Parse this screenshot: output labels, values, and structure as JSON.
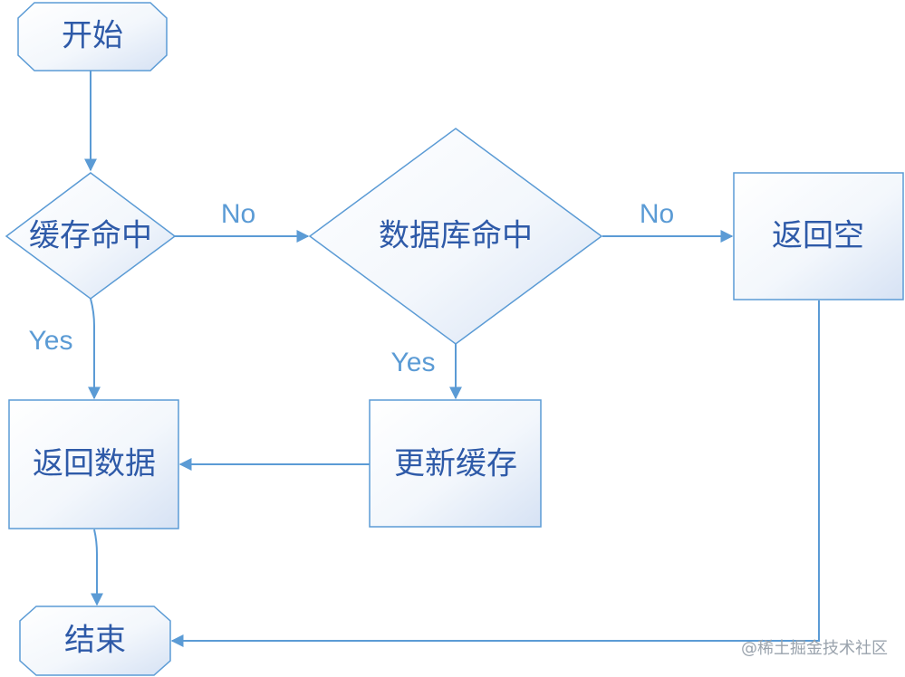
{
  "nodes": {
    "start": "开始",
    "cache_hit": "缓存命中",
    "db_hit": "数据库命中",
    "return_empty": "返回空",
    "return_data": "返回数据",
    "update_cache": "更新缓存",
    "end": "结束"
  },
  "edges": {
    "cache_no": "No",
    "db_no": "No",
    "cache_yes": "Yes",
    "db_yes": "Yes"
  },
  "watermark": "@稀土掘金技术社区",
  "colors": {
    "line": "#5b9bd5",
    "text": "#2e5aa8",
    "fill_light": "#ffffff",
    "fill_dark": "#d6e2f4"
  }
}
